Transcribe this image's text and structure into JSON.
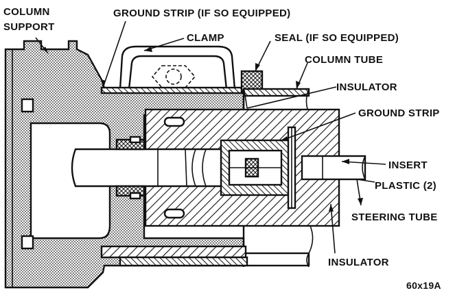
{
  "labels": {
    "column_support_line1": "COLUMN",
    "column_support_line2": "SUPPORT",
    "ground_strip_top": "GROUND STRIP (IF SO EQUIPPED)",
    "clamp": "CLAMP",
    "seal": "SEAL (IF SO EQUIPPED)",
    "column_tube": "COLUMN TUBE",
    "insulator_top": "INSULATOR",
    "ground_strip_right": "GROUND STRIP",
    "insert": "INSERT",
    "plastic": "PLASTIC (2)",
    "steering_tube": "STEERING TUBE",
    "insulator_bottom": "INSULATOR",
    "figure_code": "60x19A"
  }
}
